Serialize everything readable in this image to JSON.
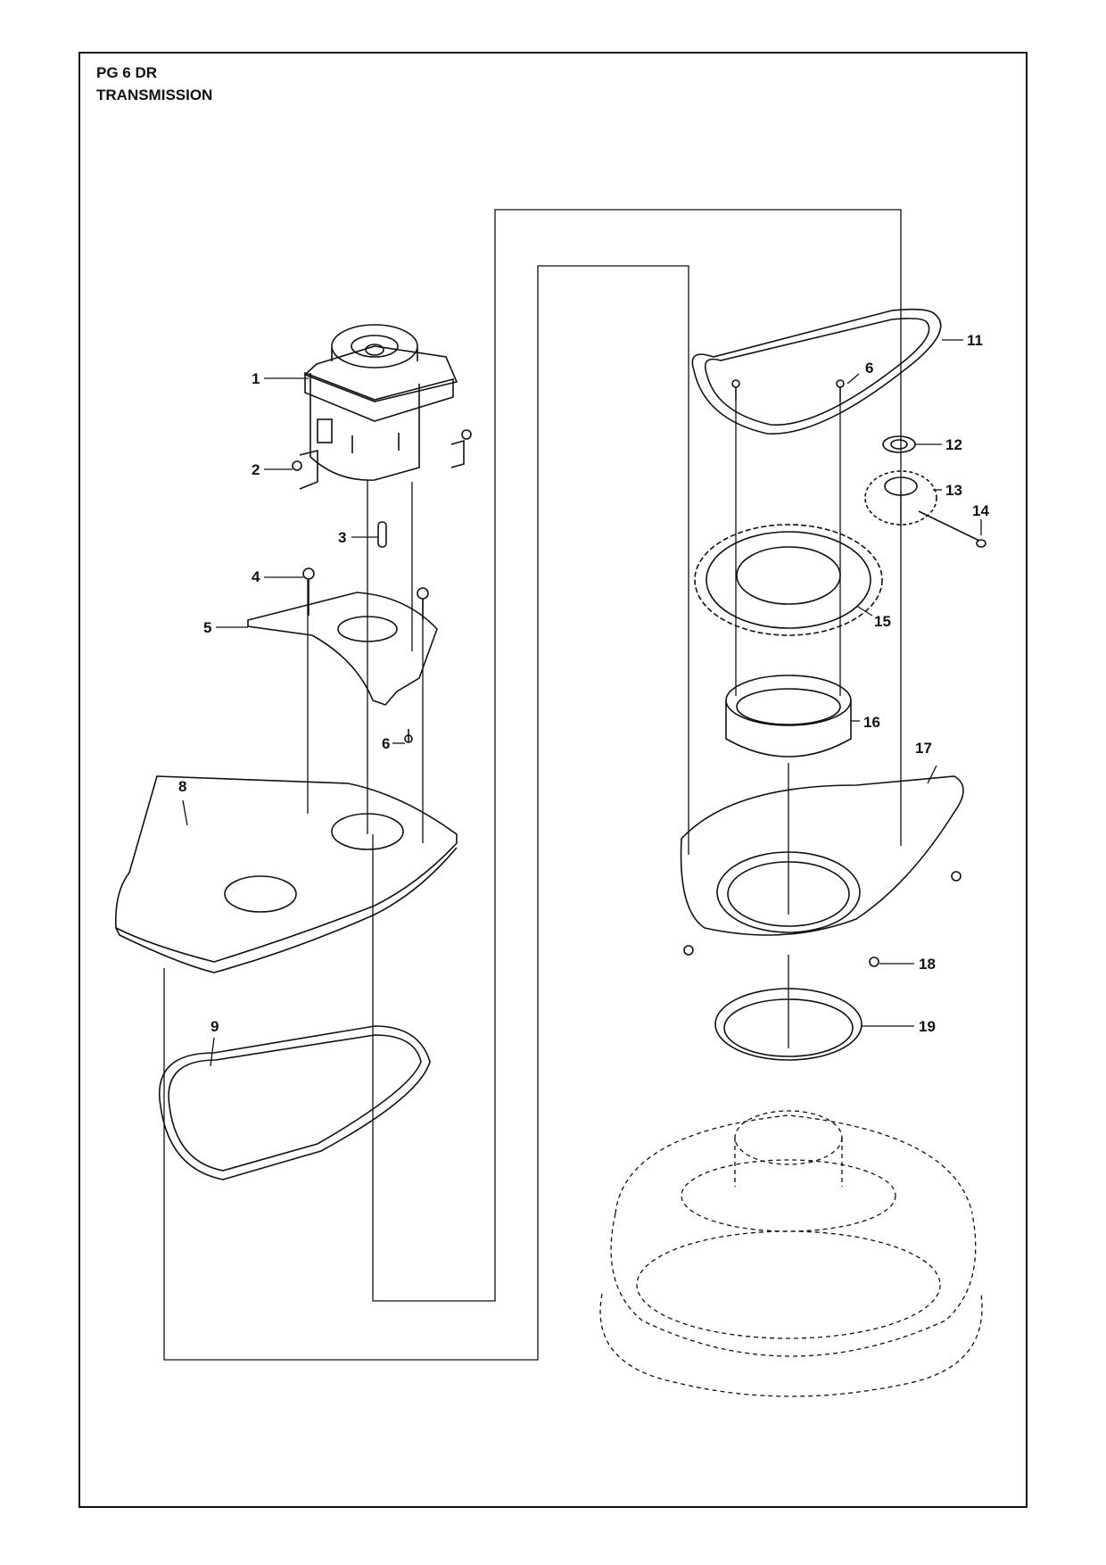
{
  "header": {
    "model": "PG 6 DR",
    "section": "TRANSMISSION"
  },
  "callouts": [
    {
      "id": "c1",
      "text": "1"
    },
    {
      "id": "c2",
      "text": "2"
    },
    {
      "id": "c3",
      "text": "3"
    },
    {
      "id": "c4",
      "text": "4"
    },
    {
      "id": "c5",
      "text": "5"
    },
    {
      "id": "c6a",
      "text": "6"
    },
    {
      "id": "c6b",
      "text": "6"
    },
    {
      "id": "c8",
      "text": "8"
    },
    {
      "id": "c9",
      "text": "9"
    },
    {
      "id": "c11",
      "text": "11"
    },
    {
      "id": "c12",
      "text": "12"
    },
    {
      "id": "c13",
      "text": "13"
    },
    {
      "id": "c14",
      "text": "14"
    },
    {
      "id": "c15",
      "text": "15"
    },
    {
      "id": "c16",
      "text": "16"
    },
    {
      "id": "c17",
      "text": "17"
    },
    {
      "id": "c18",
      "text": "18"
    },
    {
      "id": "c19",
      "text": "19"
    }
  ]
}
